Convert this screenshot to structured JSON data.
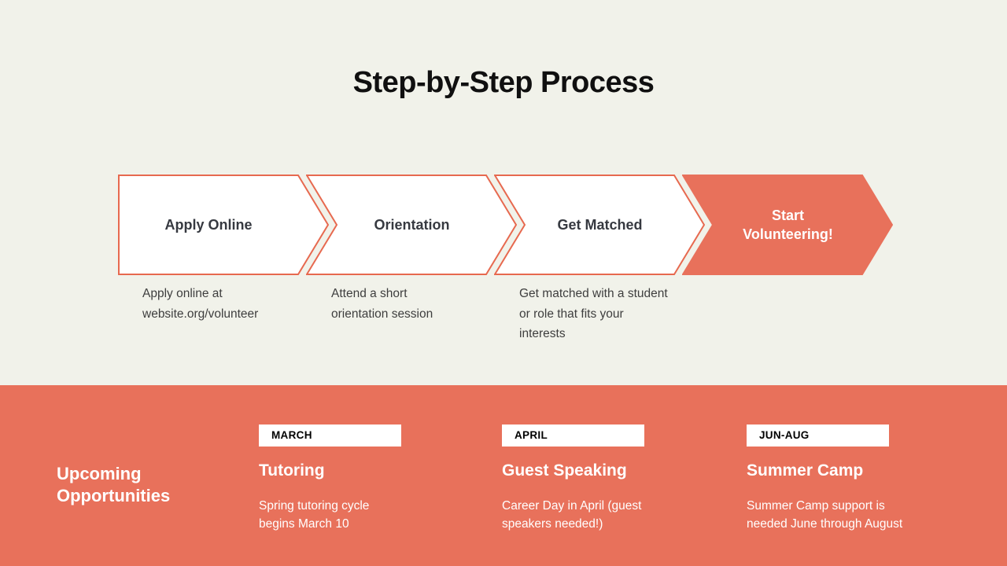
{
  "title": "Step-by-Step Process",
  "colors": {
    "background": "#F1F2EA",
    "coral": "#E8715B",
    "coral_border": "#E7694F",
    "title_text": "#101010",
    "step_text": "#363940",
    "description_text": "#3E3E3E",
    "badge_background": "#FFFFFF",
    "badge_text": "#000000",
    "band_text": "#FFFFFF"
  },
  "process": {
    "steps": [
      {
        "label": "Apply Online",
        "description": "Apply online at website.org/volunteer",
        "filled": false
      },
      {
        "label": "Orientation",
        "description": "Attend a short orientation session",
        "filled": false
      },
      {
        "label": "Get Matched",
        "description": "Get matched with a student or role that fits your interests",
        "filled": false
      },
      {
        "label": "Start Volunteering!",
        "description": "",
        "filled": true
      }
    ]
  },
  "opportunities": {
    "heading": "Upcoming Opportunities",
    "items": [
      {
        "badge": "MARCH",
        "title": "Tutoring",
        "description": "Spring tutoring cycle begins March 10"
      },
      {
        "badge": "APRIL",
        "title": "Guest Speaking",
        "description": "Career Day in April (guest speakers needed!)"
      },
      {
        "badge": "JUN-AUG",
        "title": "Summer Camp",
        "description": "Summer Camp support is needed June through August"
      }
    ]
  }
}
